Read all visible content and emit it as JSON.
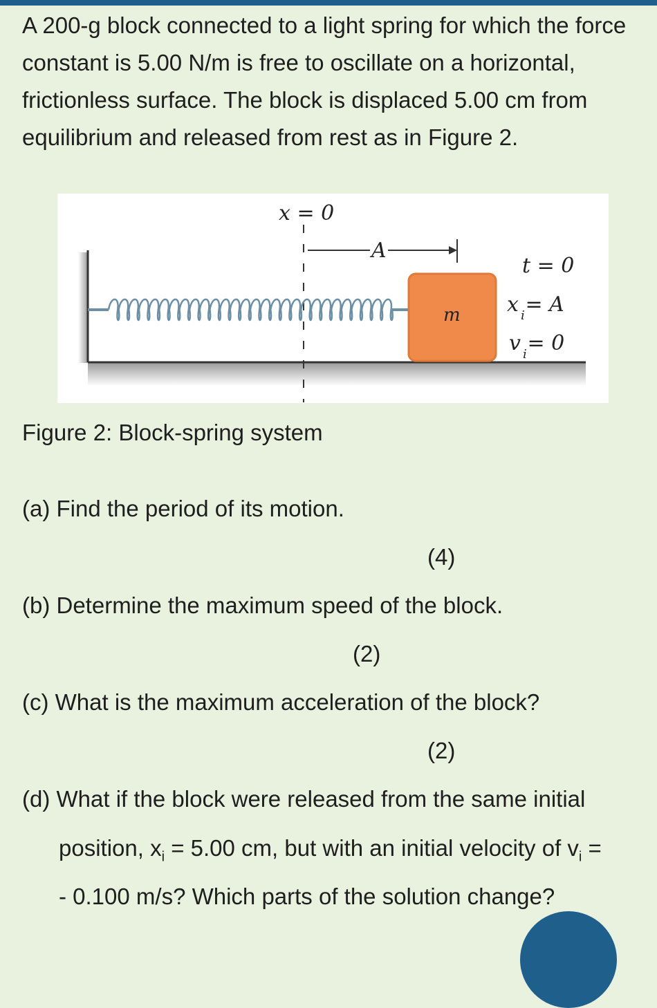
{
  "problem": {
    "intro": "A 200-g block connected to a light spring for which the force constant is 5.00 N/m is free to oscillate on a horizontal, frictionless surface. The block is displaced 5.00 cm from equilibrium and released from rest as in Figure 2."
  },
  "figure": {
    "equilibrium_label": "x = 0",
    "amplitude_label": "A",
    "mass_label": "m",
    "conditions": [
      "t = 0",
      "x = A",
      "v = 0"
    ],
    "condition_sub": "i",
    "caption": "Figure 2: Block-spring system",
    "block_color": "#f08a4b",
    "spring_color": "#6b8fa6"
  },
  "questions": {
    "a": {
      "text": "(a) Find the period of its motion.",
      "marks": "(4)"
    },
    "b": {
      "text": "(b) Determine the maximum speed of the block.",
      "marks": "(2)"
    },
    "c": {
      "text": "(c) What is the maximum acceleration of the block?",
      "marks": "(2)"
    },
    "d": {
      "line1": "(d) What if the block were released from the same initial",
      "line2_pre": "position, x",
      "line2_mid": " = 5.00 cm, but with an initial velocity of v",
      "line2_post": " =",
      "sub": "i",
      "line3": "- 0.100 m/s? Which parts of the solution change?"
    }
  },
  "theme": {
    "background": "#e9f1df",
    "accent": "#1f5f8c"
  }
}
